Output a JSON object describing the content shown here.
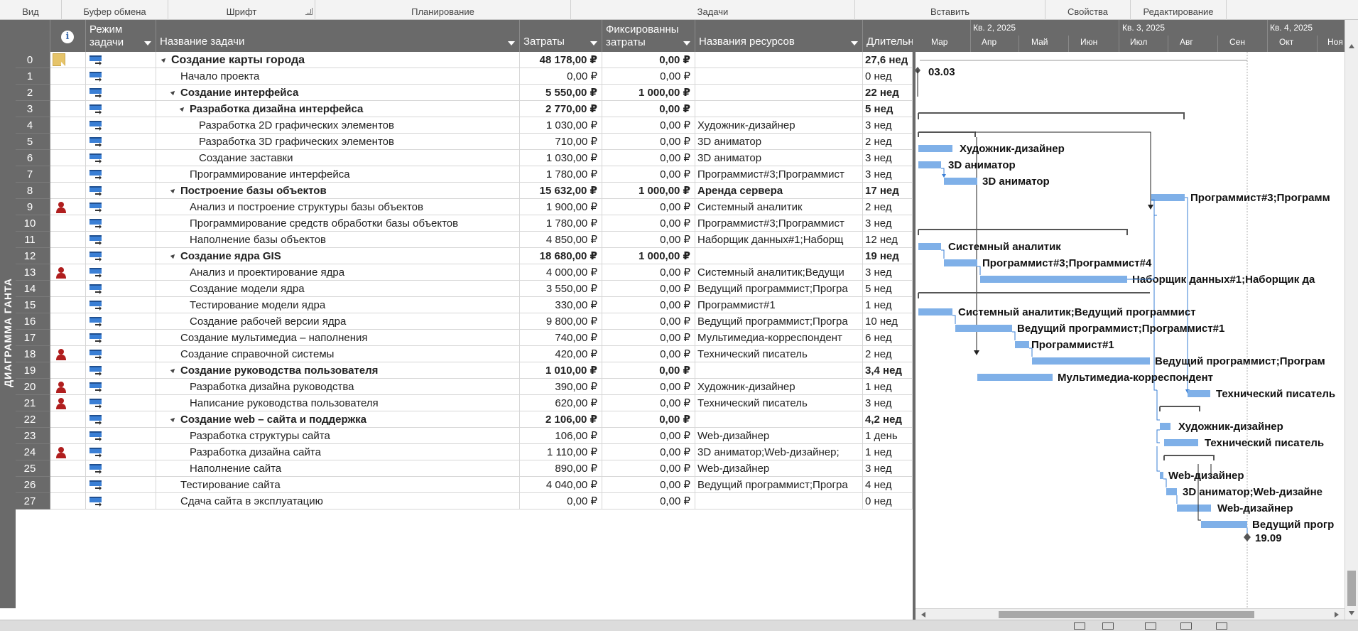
{
  "ribbon": {
    "groups": [
      {
        "label": "Вид"
      },
      {
        "label": "Буфер обмена"
      },
      {
        "label": "Шрифт"
      },
      {
        "label": "Планирование"
      },
      {
        "label": "Задачи"
      },
      {
        "label": "Вставить"
      },
      {
        "label": "Свойства"
      },
      {
        "label": "Редактирование"
      }
    ]
  },
  "view_label": "ДИАГРАММА ГАНТА",
  "columns": {
    "mode": "Режим\nзадачи",
    "name": "Название задачи",
    "cost": "Затраты",
    "fixed": "Фиксированны\nзатраты",
    "resources": "Названия ресурсов",
    "duration": "Длительн"
  },
  "colors": {
    "header_bg": "#6a6a6a",
    "bar": "#7fb0e8",
    "link": "#3a7fd5",
    "summary_line": "#555555",
    "person_icon": "#b01e1e",
    "note_icon": "#e6c46a"
  },
  "tasks": [
    {
      "id": "0",
      "name": "Создание карты города",
      "cost": "48 178,00 ₽",
      "fixed": "0,00 ₽",
      "res": "",
      "dur": "27,6 нед",
      "level": 0,
      "summary": true,
      "icon": "note-icon"
    },
    {
      "id": "1",
      "name": "Начало проекта",
      "cost": "0,00 ₽",
      "fixed": "0,00 ₽",
      "res": "",
      "dur": "0 нед",
      "level": 1,
      "summary": false,
      "icon": ""
    },
    {
      "id": "2",
      "name": "Создание интерфейса",
      "cost": "5 550,00 ₽",
      "fixed": "1 000,00 ₽",
      "res": "",
      "dur": "22 нед",
      "level": 1,
      "summary": true,
      "icon": ""
    },
    {
      "id": "3",
      "name": "Разработка дизайна интерфейса",
      "cost": "2 770,00 ₽",
      "fixed": "0,00 ₽",
      "res": "",
      "dur": "5 нед",
      "level": 2,
      "summary": true,
      "icon": ""
    },
    {
      "id": "4",
      "name": "Разработка 2D графических элементов",
      "cost": "1 030,00 ₽",
      "fixed": "0,00 ₽",
      "res": "Художник-дизайнер",
      "dur": "3 нед",
      "level": 3,
      "summary": false,
      "icon": ""
    },
    {
      "id": "5",
      "name": "Разработка 3D графических элементов",
      "cost": "710,00 ₽",
      "fixed": "0,00 ₽",
      "res": "3D аниматор",
      "dur": "2 нед",
      "level": 3,
      "summary": false,
      "icon": ""
    },
    {
      "id": "6",
      "name": "Создание заставки",
      "cost": "1 030,00 ₽",
      "fixed": "0,00 ₽",
      "res": "3D аниматор",
      "dur": "3 нед",
      "level": 3,
      "summary": false,
      "icon": ""
    },
    {
      "id": "7",
      "name": "Программирование интерфейса",
      "cost": "1 780,00 ₽",
      "fixed": "0,00 ₽",
      "res": "Программист#3;Программист",
      "dur": "3 нед",
      "level": 2,
      "summary": false,
      "icon": ""
    },
    {
      "id": "8",
      "name": "Построение базы объектов",
      "cost": "15 632,00 ₽",
      "fixed": "1 000,00 ₽",
      "res": "Аренда сервера",
      "dur": "17 нед",
      "level": 1,
      "summary": true,
      "icon": ""
    },
    {
      "id": "9",
      "name": "Анализ и построение структуры базы объектов",
      "cost": "1 900,00 ₽",
      "fixed": "0,00 ₽",
      "res": "Системный аналитик",
      "dur": "2 нед",
      "level": 2,
      "summary": false,
      "icon": "person-icon"
    },
    {
      "id": "10",
      "name": "Программирование средств обработки базы объектов",
      "cost": "1 780,00 ₽",
      "fixed": "0,00 ₽",
      "res": "Программист#3;Программист",
      "dur": "3 нед",
      "level": 2,
      "summary": false,
      "icon": ""
    },
    {
      "id": "11",
      "name": "Наполнение базы объектов",
      "cost": "4 850,00 ₽",
      "fixed": "0,00 ₽",
      "res": "Наборщик данных#1;Наборщ",
      "dur": "12 нед",
      "level": 2,
      "summary": false,
      "icon": ""
    },
    {
      "id": "12",
      "name": "Создание ядра GIS",
      "cost": "18 680,00 ₽",
      "fixed": "1 000,00 ₽",
      "res": "",
      "dur": "19 нед",
      "level": 1,
      "summary": true,
      "icon": ""
    },
    {
      "id": "13",
      "name": "Анализ и проектирование ядра",
      "cost": "4 000,00 ₽",
      "fixed": "0,00 ₽",
      "res": "Системный аналитик;Ведущи",
      "dur": "3 нед",
      "level": 2,
      "summary": false,
      "icon": "person-icon"
    },
    {
      "id": "14",
      "name": "Создание модели ядра",
      "cost": "3 550,00 ₽",
      "fixed": "0,00 ₽",
      "res": "Ведущий программист;Програ",
      "dur": "5 нед",
      "level": 2,
      "summary": false,
      "icon": ""
    },
    {
      "id": "15",
      "name": "Тестирование модели ядра",
      "cost": "330,00 ₽",
      "fixed": "0,00 ₽",
      "res": "Программист#1",
      "dur": "1 нед",
      "level": 2,
      "summary": false,
      "icon": ""
    },
    {
      "id": "16",
      "name": "Создание рабочей версии ядра",
      "cost": "9 800,00 ₽",
      "fixed": "0,00 ₽",
      "res": "Ведущий программист;Програ",
      "dur": "10 нед",
      "level": 2,
      "summary": false,
      "icon": ""
    },
    {
      "id": "17",
      "name": "Создание мультимедиа – наполнения",
      "cost": "740,00 ₽",
      "fixed": "0,00 ₽",
      "res": "Мультимедиа-корреспондент",
      "dur": "6 нед",
      "level": 1,
      "summary": false,
      "icon": ""
    },
    {
      "id": "18",
      "name": "Создание справочной системы",
      "cost": "420,00 ₽",
      "fixed": "0,00 ₽",
      "res": "Технический писатель",
      "dur": "2 нед",
      "level": 1,
      "summary": false,
      "icon": "person-icon"
    },
    {
      "id": "19",
      "name": "Создание руководства пользователя",
      "cost": "1 010,00 ₽",
      "fixed": "0,00 ₽",
      "res": "",
      "dur": "3,4 нед",
      "level": 1,
      "summary": true,
      "icon": ""
    },
    {
      "id": "20",
      "name": "Разработка дизайна руководства",
      "cost": "390,00 ₽",
      "fixed": "0,00 ₽",
      "res": "Художник-дизайнер",
      "dur": "1 нед",
      "level": 2,
      "summary": false,
      "icon": "person-icon"
    },
    {
      "id": "21",
      "name": "Написание руководства пользователя",
      "cost": "620,00 ₽",
      "fixed": "0,00 ₽",
      "res": "Технический писатель",
      "dur": "3 нед",
      "level": 2,
      "summary": false,
      "icon": "person-icon"
    },
    {
      "id": "22",
      "name": "Создание web – сайта и поддержка",
      "cost": "2 106,00 ₽",
      "fixed": "0,00 ₽",
      "res": "",
      "dur": "4,2 нед",
      "level": 1,
      "summary": true,
      "icon": ""
    },
    {
      "id": "23",
      "name": "Разработка структуры сайта",
      "cost": "106,00 ₽",
      "fixed": "0,00 ₽",
      "res": "Web-дизайнер",
      "dur": "1 день",
      "level": 2,
      "summary": false,
      "icon": ""
    },
    {
      "id": "24",
      "name": "Разработка дизайна сайта",
      "cost": "1 110,00 ₽",
      "fixed": "0,00 ₽",
      "res": "3D аниматор;Web-дизайнер;",
      "dur": "1 нед",
      "level": 2,
      "summary": false,
      "icon": "person-icon"
    },
    {
      "id": "25",
      "name": "Наполнение сайта",
      "cost": "890,00 ₽",
      "fixed": "0,00 ₽",
      "res": "Web-дизайнер",
      "dur": "3 нед",
      "level": 2,
      "summary": false,
      "icon": ""
    },
    {
      "id": "26",
      "name": "Тестирование сайта",
      "cost": "4 040,00 ₽",
      "fixed": "0,00 ₽",
      "res": "Ведущий программист;Програ",
      "dur": "4 нед",
      "level": 1,
      "summary": false,
      "icon": ""
    },
    {
      "id": "27",
      "name": "Сдача сайта в эксплуатацию",
      "cost": "0,00 ₽",
      "fixed": "0,00 ₽",
      "res": "",
      "dur": "0 нед",
      "level": 1,
      "summary": false,
      "icon": ""
    }
  ],
  "timescale": {
    "quarters": [
      "Кв. 2, 2025",
      "Кв. 3, 2025",
      "Кв. 4, 2025"
    ],
    "months": [
      "Мар",
      "Апр",
      "Май",
      "Июн",
      "Июл",
      "Авг",
      "Сен",
      "Окт",
      "Ноя"
    ]
  },
  "gantt": {
    "milestone_labels": [
      "03.03",
      "19.09"
    ],
    "bar_labels": [
      "Художник-дизайнер",
      "3D аниматор",
      "3D аниматор",
      "Программист#3;Программ",
      "Системный аналитик",
      "Программист#3;Программист#4",
      "Наборщик данных#1;Наборщик да",
      "Системный аналитик;Ведущий программист",
      "Ведущий программист;Программист#1",
      "Программист#1",
      "Ведущий программист;Програм",
      "Мультимедиа-корреспондент",
      "Технический писатель",
      "Художник-дизайнер",
      "Технический писатель",
      "Web-дизайнер",
      "3D аниматор;Web-дизайне",
      "Web-дизайнер",
      "Ведущий прогр"
    ]
  }
}
